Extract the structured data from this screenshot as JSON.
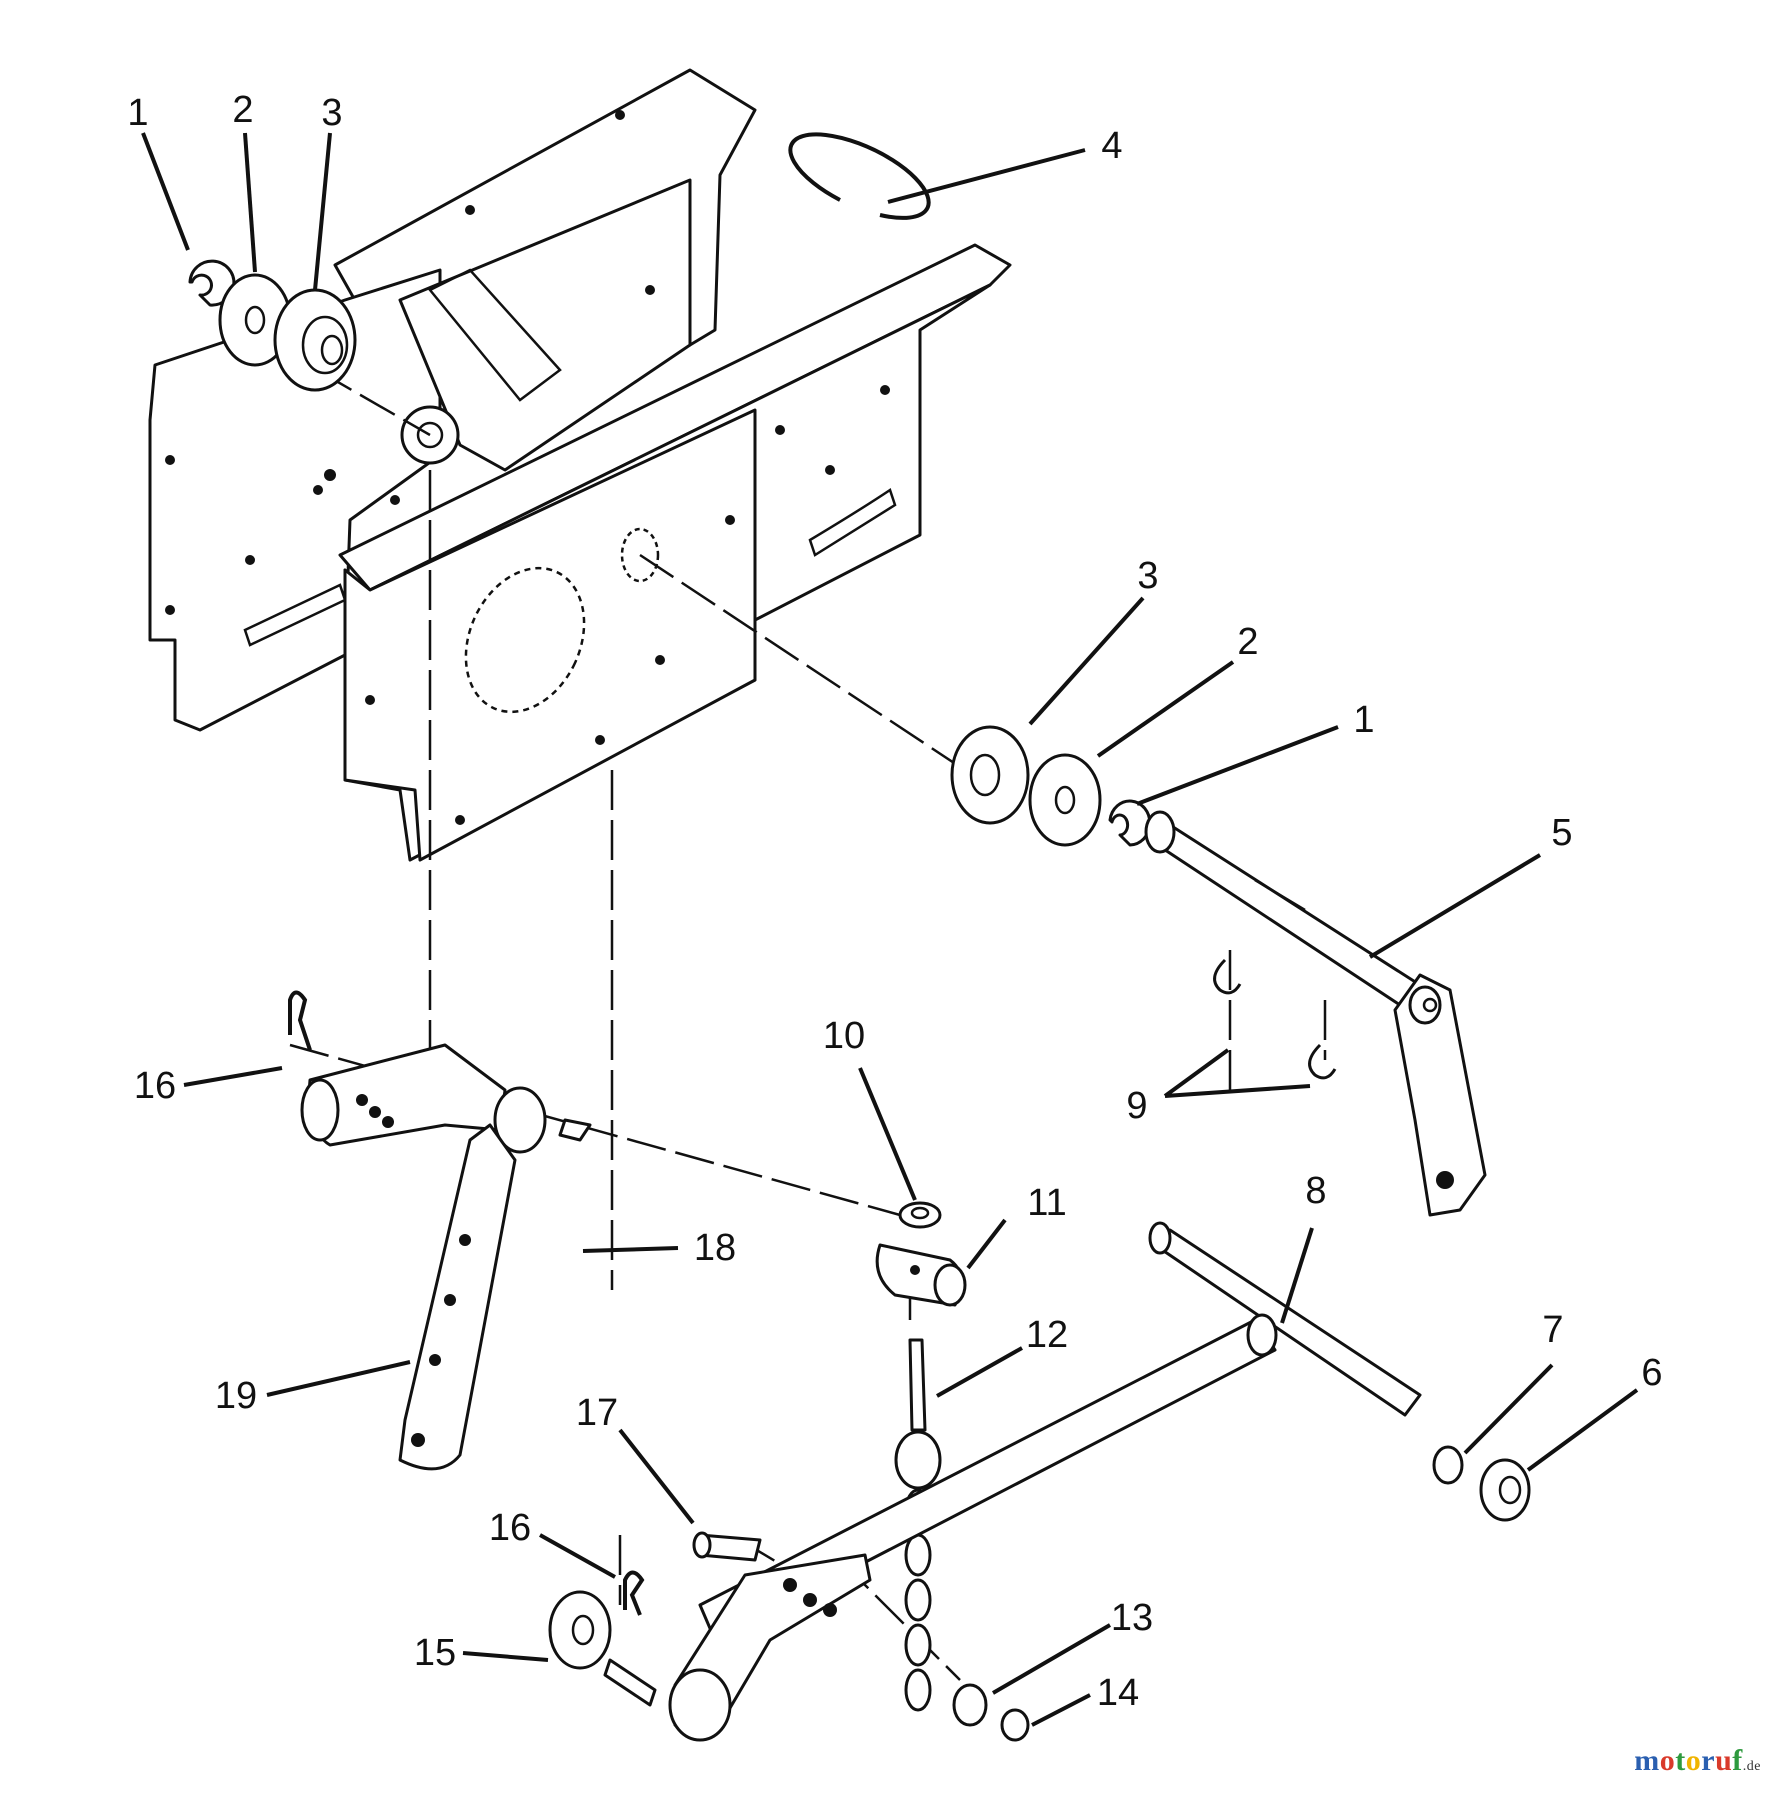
{
  "callouts": [
    {
      "id": "c1a",
      "label": "1"
    },
    {
      "id": "c2a",
      "label": "2"
    },
    {
      "id": "c3a",
      "label": "3"
    },
    {
      "id": "c4",
      "label": "4"
    },
    {
      "id": "c3b",
      "label": "3"
    },
    {
      "id": "c2b",
      "label": "2"
    },
    {
      "id": "c1b",
      "label": "1"
    },
    {
      "id": "c5",
      "label": "5"
    },
    {
      "id": "c16a",
      "label": "16"
    },
    {
      "id": "c10",
      "label": "10"
    },
    {
      "id": "c9",
      "label": "9"
    },
    {
      "id": "c11",
      "label": "11"
    },
    {
      "id": "c8",
      "label": "8"
    },
    {
      "id": "c18",
      "label": "18"
    },
    {
      "id": "c7",
      "label": "7"
    },
    {
      "id": "c6",
      "label": "6"
    },
    {
      "id": "c12",
      "label": "12"
    },
    {
      "id": "c19",
      "label": "19"
    },
    {
      "id": "c17",
      "label": "17"
    },
    {
      "id": "c16b",
      "label": "16"
    },
    {
      "id": "c13",
      "label": "13"
    },
    {
      "id": "c15",
      "label": "15"
    },
    {
      "id": "c14",
      "label": "14"
    }
  ],
  "logo": {
    "parts": [
      {
        "text": "m",
        "color": "#2a5fb0"
      },
      {
        "text": "o",
        "color": "#d93a2b"
      },
      {
        "text": "t",
        "color": "#2e9a3e"
      },
      {
        "text": "o",
        "color": "#f0b400"
      },
      {
        "text": "r",
        "color": "#2a5fb0"
      },
      {
        "text": "u",
        "color": "#d93a2b"
      },
      {
        "text": "f",
        "color": "#2e9a3e"
      }
    ],
    "suffix": ".de"
  }
}
